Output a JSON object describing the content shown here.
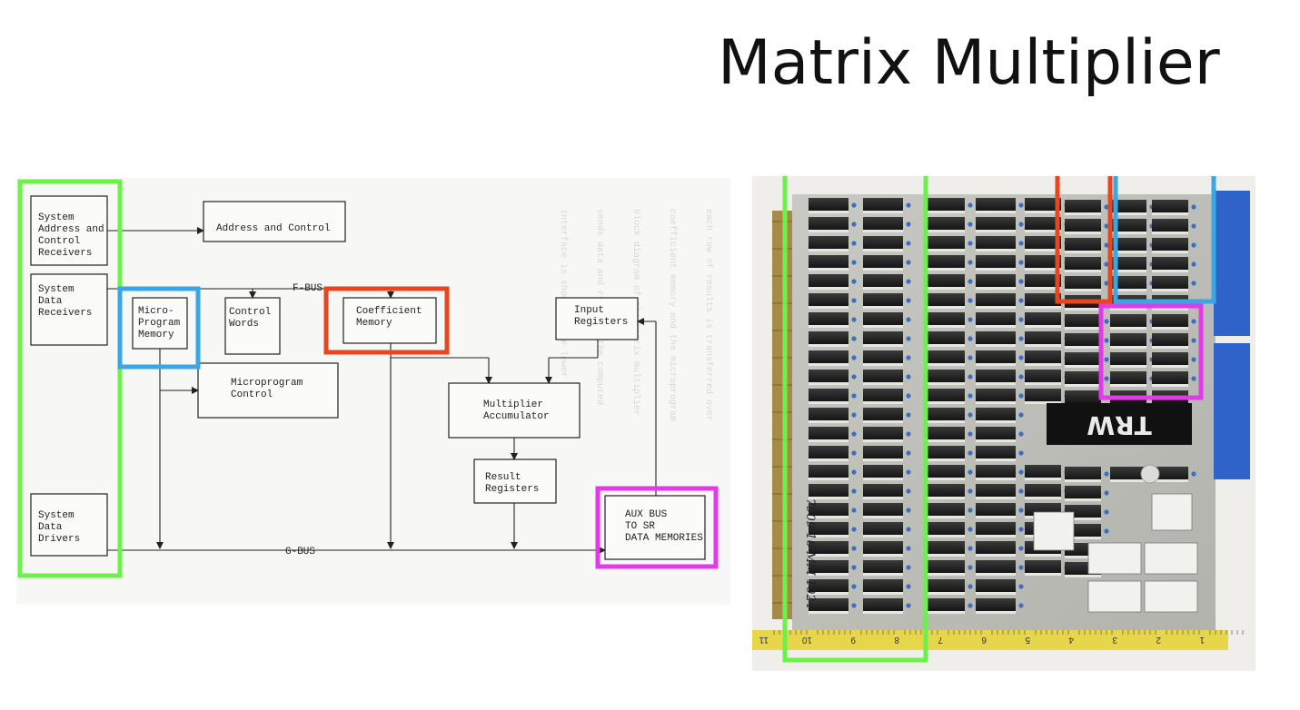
{
  "slide": {
    "title": "Matrix Multiplier"
  },
  "diagram": {
    "blocks": {
      "sys_addr": [
        "System",
        "Address and",
        "Control",
        "Receivers"
      ],
      "addr_ctrl": [
        "Address and Control"
      ],
      "sys_data_rx": [
        "System",
        "Data",
        "Receivers"
      ],
      "micro_mem": [
        "Micro-",
        "Program",
        "Memory"
      ],
      "ctrl_words": [
        "Control",
        "Words"
      ],
      "coef_mem": [
        "Coefficient",
        "Memory"
      ],
      "input_regs": [
        "Input",
        "Registers"
      ],
      "micro_ctrl": [
        "Microprogram",
        "Control"
      ],
      "mult_acc": [
        "Multiplier",
        "Accumulator"
      ],
      "result_regs": [
        "Result",
        "Registers"
      ],
      "sys_data_drv": [
        "System",
        "Data",
        "Drivers"
      ],
      "aux_bus": [
        "AUX BUS",
        "TO SR",
        "DATA MEMORIES"
      ]
    },
    "bus_labels": {
      "f_bus": "F-BUS",
      "g_bus": "G-BUS"
    }
  },
  "photo": {
    "chip_label": "TRW",
    "handwritten_label": "7909-16 MM 1024",
    "ruler_numbers": [
      "11",
      "10",
      "9",
      "8",
      "7",
      "6",
      "5",
      "4",
      "3",
      "2",
      "1"
    ]
  },
  "highlight_colors": {
    "green": "#6cf04a",
    "blue": "#3aa6e6",
    "red": "#e8461e",
    "magenta": "#e23ae8"
  }
}
